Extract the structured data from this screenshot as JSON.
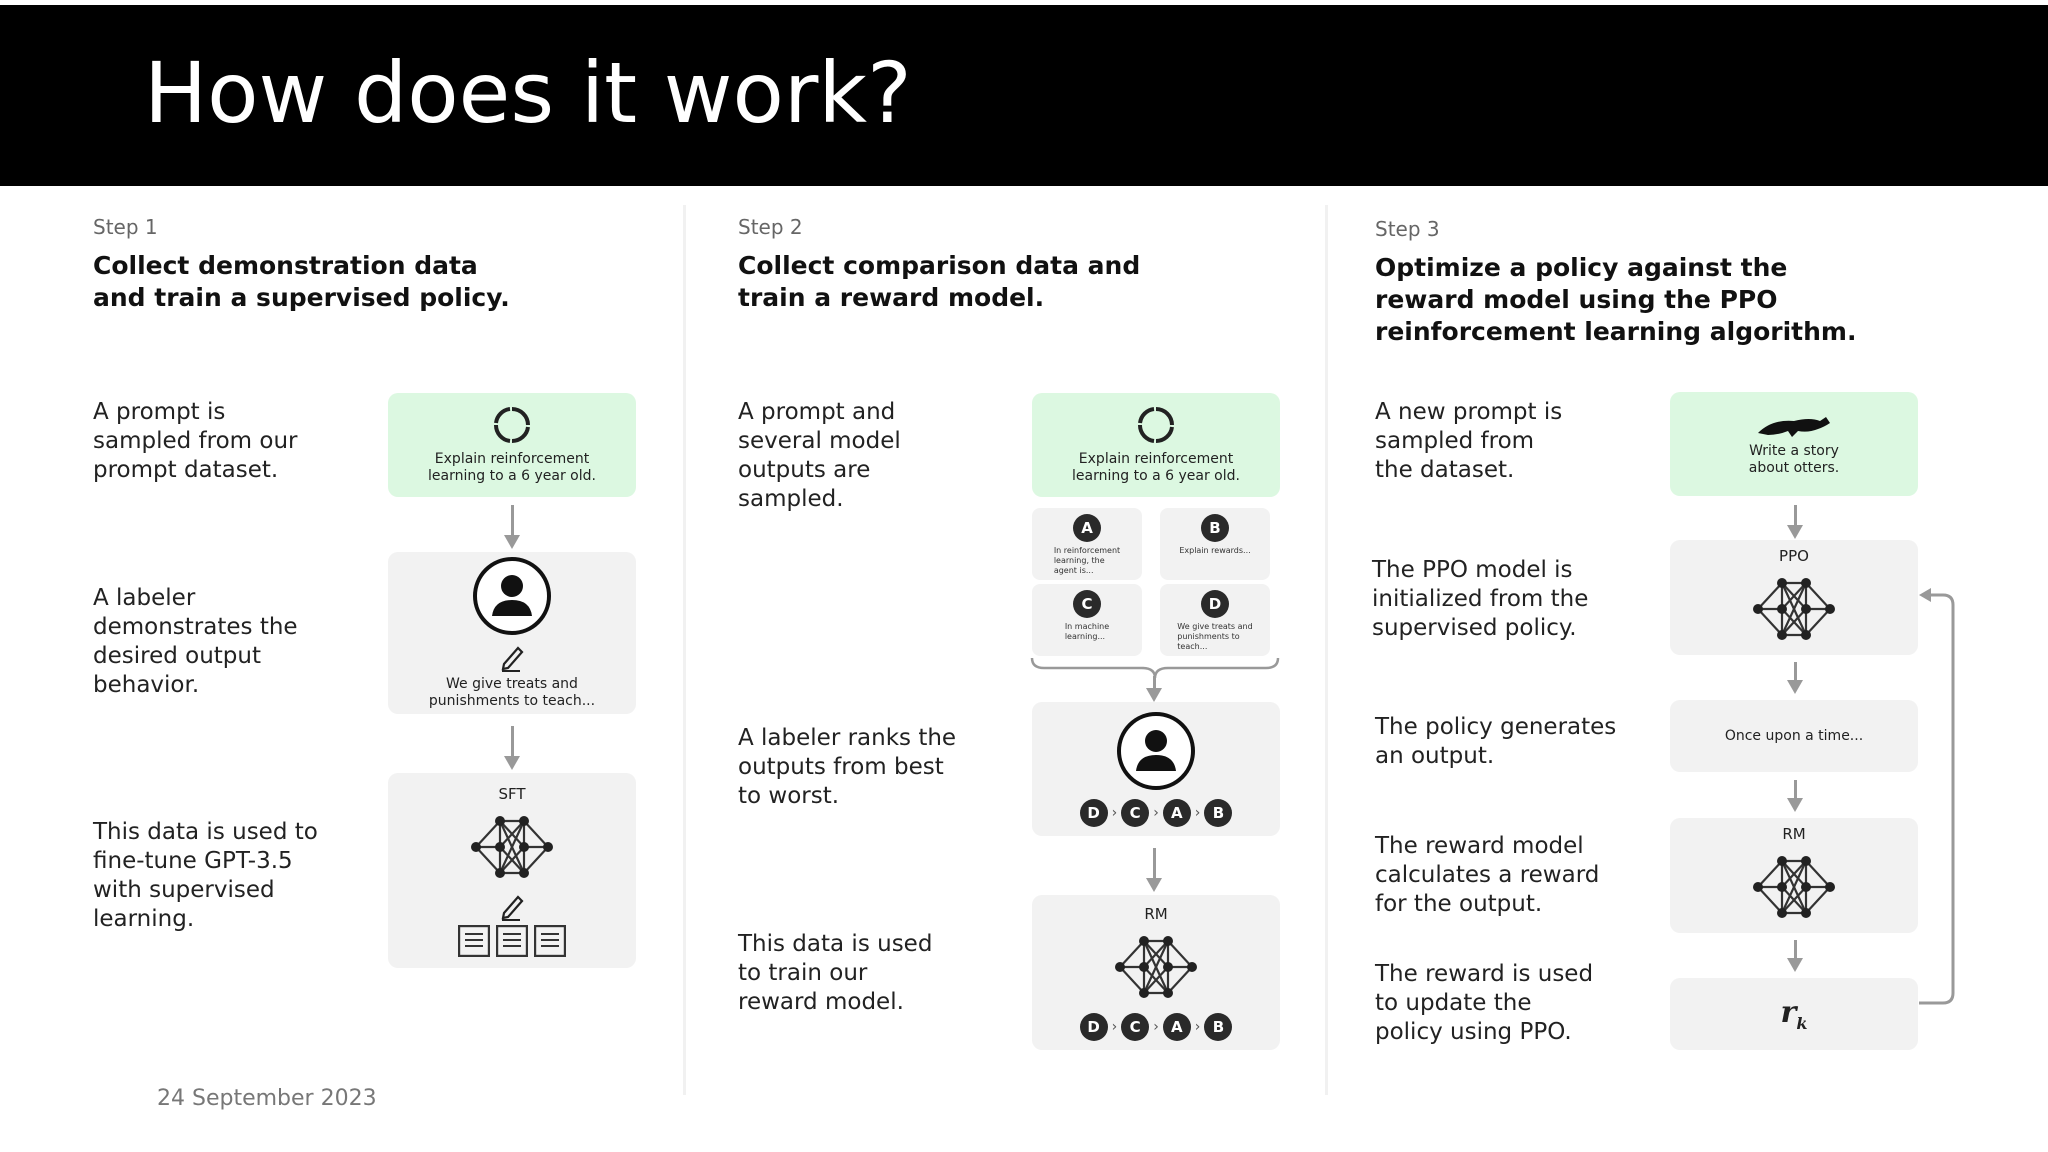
{
  "title": "How does it work?",
  "date": "24 September 2023",
  "step1": {
    "label": "Step 1",
    "heading_l1": "Collect demonstration data",
    "heading_l2": "and train a supervised policy.",
    "desc1": [
      "A prompt is",
      "sampled from our",
      "prompt dataset."
    ],
    "box1_text": [
      "Explain reinforcement",
      "learning to a 6 year old."
    ],
    "desc2": [
      "A labeler",
      "demonstrates the",
      "desired output",
      "behavior."
    ],
    "box2_text": [
      "We give treats and",
      "punishments to teach..."
    ],
    "desc3": [
      "This data is used to",
      "fine-tune GPT-3.5",
      "with supervised",
      "learning."
    ],
    "box3_label": "SFT"
  },
  "step2": {
    "label": "Step 2",
    "heading_l1": "Collect comparison data and",
    "heading_l2": "train a reward model.",
    "desc1": [
      "A prompt and",
      "several model",
      "outputs are",
      "sampled."
    ],
    "box1_text": [
      "Explain reinforcement",
      "learning to a 6 year old."
    ],
    "outputs": [
      {
        "letter": "A",
        "text": [
          "In reinforcement",
          "learning, the",
          "agent is..."
        ]
      },
      {
        "letter": "B",
        "text": [
          "Explain rewards..."
        ]
      },
      {
        "letter": "C",
        "text": [
          "In machine",
          "learning..."
        ]
      },
      {
        "letter": "D",
        "text": [
          "We give treats and",
          "punishments to",
          "teach..."
        ]
      }
    ],
    "desc2": [
      "A labeler ranks the",
      "outputs from best",
      "to worst."
    ],
    "ranking": [
      "D",
      "C",
      "A",
      "B"
    ],
    "desc3": [
      "This data is used",
      "to train our",
      "reward model."
    ],
    "box3_label": "RM"
  },
  "step3": {
    "label": "Step 3",
    "heading_l1": "Optimize a policy against the",
    "heading_l2": "reward model using the PPO",
    "heading_l3": "reinforcement learning algorithm.",
    "desc1": [
      "A new prompt is",
      "sampled from",
      "the dataset."
    ],
    "box1_text": [
      "Write a story",
      "about otters."
    ],
    "desc2": [
      "The PPO model is",
      "initialized from the",
      "supervised policy."
    ],
    "box2_label": "PPO",
    "desc3": [
      "The policy generates",
      "an output."
    ],
    "box3_text": "Once upon a time...",
    "desc4": [
      "The reward model",
      "calculates a reward",
      "for the output."
    ],
    "box4_label": "RM",
    "desc5": [
      "The reward is used",
      "to update the",
      "policy using PPO."
    ],
    "box5_symbol": "r",
    "box5_sub": "k"
  },
  "icons": {
    "prompt": "refresh-circle-icon",
    "labeler": "person-avatar-icon",
    "pencil": "pencil-icon",
    "network": "neural-network-icon",
    "documents": "documents-icon",
    "otter": "otter-icon"
  }
}
